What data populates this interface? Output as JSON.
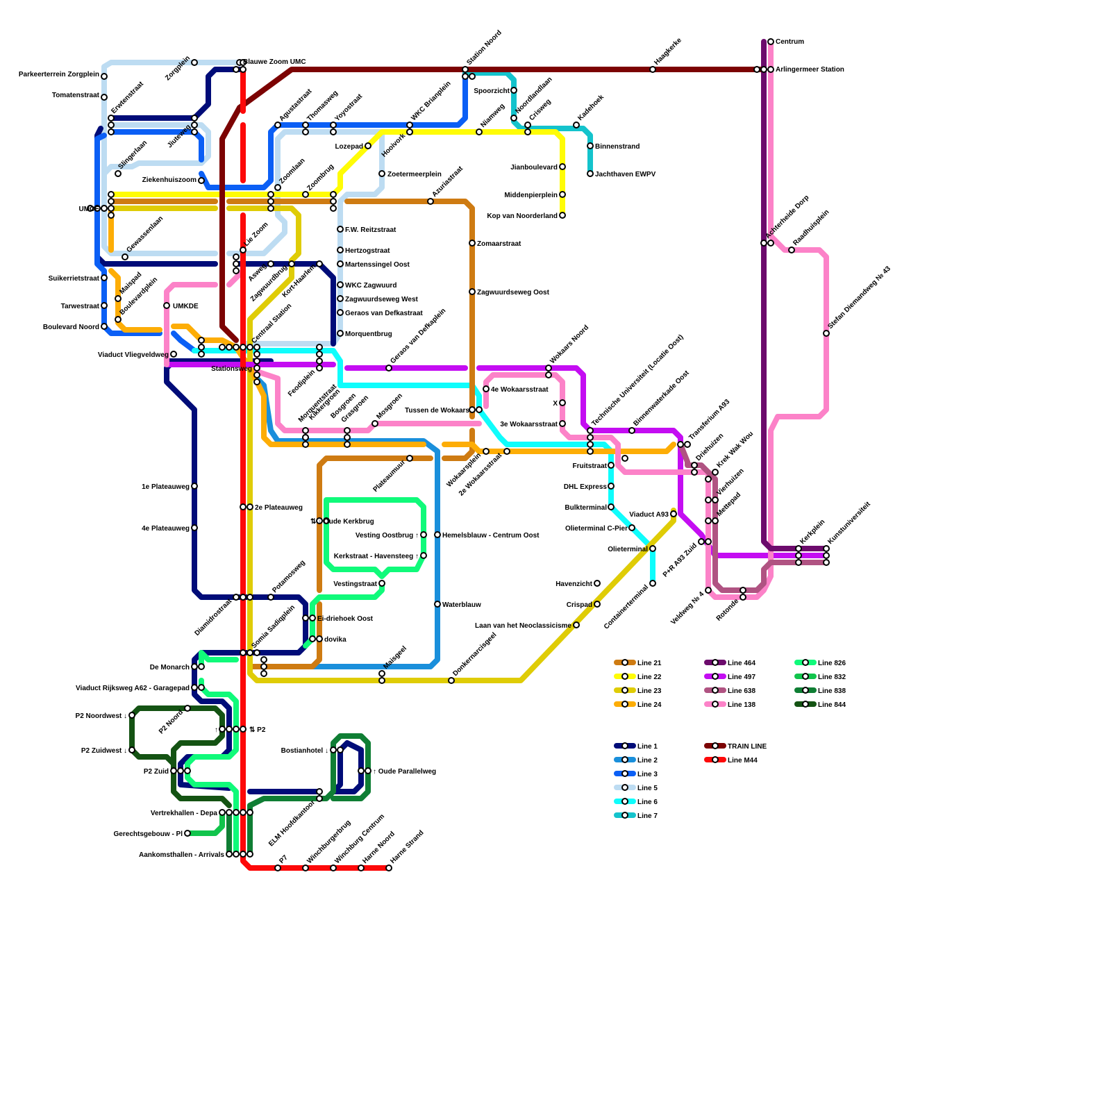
{
  "colors": {
    "line_1": "#000c78",
    "line_2": "#1a8fdb",
    "line_3": "#0b5ff5",
    "line_5": "#bddcf2",
    "line_6": "#0ffdfc",
    "line_7": "#14c3cc",
    "line_21": "#ce7b12",
    "line_22": "#fffc06",
    "line_23": "#dfcc06",
    "line_24": "#fdad06",
    "line_464": "#6c0b6c",
    "line_497": "#c40df2",
    "line_638": "#b05382",
    "line_138": "#fc82c8",
    "line_826": "#10fa7a",
    "line_832": "#11c44c",
    "line_838": "#0f7e34",
    "line_844": "#145313",
    "train_line": "#7c0303",
    "line_m44": "#fd0909"
  },
  "stations": [
    {
      "name": "Parkeerterrein Zorgplein"
    },
    {
      "name": "Tomatenstraat"
    },
    {
      "name": "Erwtenstraat"
    },
    {
      "name": "Zorgplein"
    },
    {
      "name": "Blauwe Zoom UMC"
    },
    {
      "name": "Jiuteweg"
    },
    {
      "name": "Slingerlaan"
    },
    {
      "name": "Ziekenhuiszoom"
    },
    {
      "name": "UMCE"
    },
    {
      "name": "Gewassenlaan"
    },
    {
      "name": "Suikerrietstraat"
    },
    {
      "name": "Maispad"
    },
    {
      "name": "Tarwestraat"
    },
    {
      "name": "Boulevardplein"
    },
    {
      "name": "Boulevard Noord"
    },
    {
      "name": "UMKDE"
    },
    {
      "name": "Viaduct Vliegveldweg"
    },
    {
      "name": "Stationsweg"
    },
    {
      "name": "Centraal Station"
    },
    {
      "name": "Lie Zoom"
    },
    {
      "name": "Asweg"
    },
    {
      "name": "Zagwuurdbrug"
    },
    {
      "name": "Kort-Haarlem"
    },
    {
      "name": "Agustastraat"
    },
    {
      "name": "Thomasweg"
    },
    {
      "name": "Yoyostraat"
    },
    {
      "name": "Zoomlaan"
    },
    {
      "name": "Zoombrug"
    },
    {
      "name": "Lozepad"
    },
    {
      "name": "Zoetermeerplein"
    },
    {
      "name": "Hooivork"
    },
    {
      "name": "WKC Brianplein"
    },
    {
      "name": "Station Noord"
    },
    {
      "name": "Niamweg"
    },
    {
      "name": "Spoorzicht"
    },
    {
      "name": "Noordlandlaan"
    },
    {
      "name": "Crisweg"
    },
    {
      "name": "Kadehoek"
    },
    {
      "name": "Binnenstrand"
    },
    {
      "name": "Jachthaven EWPV"
    },
    {
      "name": "Jianboulevard"
    },
    {
      "name": "Middenpierplein"
    },
    {
      "name": "Kop van Noorderland"
    },
    {
      "name": "Azuriastraat"
    },
    {
      "name": "F.W. Reitzstraat"
    },
    {
      "name": "Hertzogstraat"
    },
    {
      "name": "Martenssingel Oost"
    },
    {
      "name": "WKC Zagwuurd"
    },
    {
      "name": "Zagwuurdseweg West"
    },
    {
      "name": "Geraos van Defkastraat"
    },
    {
      "name": "Morquentbrug"
    },
    {
      "name": "Zomaarstraat"
    },
    {
      "name": "Zagwuurdseweg Oost"
    },
    {
      "name": "Geraos van Defkaplein"
    },
    {
      "name": "Feodiplein"
    },
    {
      "name": "Morquentstraat"
    },
    {
      "name": "Kikkergroen"
    },
    {
      "name": "Bosgroen"
    },
    {
      "name": "Grasgroen"
    },
    {
      "name": "Mosgroen"
    },
    {
      "name": "Wokaars Noord"
    },
    {
      "name": "4e Wokaarsstraat"
    },
    {
      "name": "Tussen de Wokaars"
    },
    {
      "name": "X"
    },
    {
      "name": "3e Wokaarsstraat"
    },
    {
      "name": "Wokaarsplein"
    },
    {
      "name": "2e Wokaarsstraat"
    },
    {
      "name": "Plateaumuur"
    },
    {
      "name": "Technische Universiteit (Locatie Oost)"
    },
    {
      "name": "Binnenwaterkade Oost"
    },
    {
      "name": "Fruitstraat"
    },
    {
      "name": "DHL Express"
    },
    {
      "name": "Bulkterminal"
    },
    {
      "name": "Olieterminal C-Pier"
    },
    {
      "name": "Olieterminal"
    },
    {
      "name": "Havenzicht"
    },
    {
      "name": "Crispad"
    },
    {
      "name": "Laan van het Neoclassicisme"
    },
    {
      "name": "Containerterminal"
    },
    {
      "name": "Viaduct A93"
    },
    {
      "name": "Transferium A93"
    },
    {
      "name": "Driehuizen"
    },
    {
      "name": "Krek Wak Wou"
    },
    {
      "name": "Vierhuizen"
    },
    {
      "name": "Mettepad"
    },
    {
      "name": "P+R A93 Zuid"
    },
    {
      "name": "Veldweg № 4"
    },
    {
      "name": "Rotonde"
    },
    {
      "name": "Kerkplein"
    },
    {
      "name": "Kunstuniversiteit"
    },
    {
      "name": "Haagkerke"
    },
    {
      "name": "Centrum"
    },
    {
      "name": "Arlingermeer Station"
    },
    {
      "name": "Achterheide Dorp"
    },
    {
      "name": "Raadhuisplein"
    },
    {
      "name": "Stefan Diemandweg № 43"
    },
    {
      "name": "1e Plateauweg"
    },
    {
      "name": "4e Plateauweg"
    },
    {
      "name": "2e Plateauweg"
    },
    {
      "name": "⇅ ↓ Oude Kerkbrug"
    },
    {
      "name": "Vesting Oostbrug ↑"
    },
    {
      "name": "Kerkstraat - Havensteeg ↑"
    },
    {
      "name": "Hemelsblauw - Centrum Oost"
    },
    {
      "name": "Vestingstraat"
    },
    {
      "name": "Waterblauw"
    },
    {
      "name": "Diamidrostraat"
    },
    {
      "name": "Potamosweg"
    },
    {
      "name": "Somia Sadiqplein"
    },
    {
      "name": "Ei-driehoek Oost"
    },
    {
      "name": "dovika"
    },
    {
      "name": "Maisgeel"
    },
    {
      "name": "Donkernarcisgeel"
    },
    {
      "name": "De Monarch"
    },
    {
      "name": "Viaduct Rijksweg A62 - Garagepad"
    },
    {
      "name": "P2 Noordwest ↓"
    },
    {
      "name": "P2 Noord"
    },
    {
      "name": "P2 Zuidwest ↓"
    },
    {
      "name": "P2 Zuid"
    },
    {
      "name": "⇅ P2"
    },
    {
      "name": "↑"
    },
    {
      "name": "Bostianhotel ↓"
    },
    {
      "name": "↑ Oude Parallelweg"
    },
    {
      "name": "Vertrekhallen - Depa"
    },
    {
      "name": "Gerechtsgebouw - Pl"
    },
    {
      "name": "Aankomsthallen - Arrivals"
    },
    {
      "name": "ELM Hoofdkantoor"
    },
    {
      "name": "P7"
    },
    {
      "name": "Winchburgerbrug"
    },
    {
      "name": "Winchburg Centrum"
    },
    {
      "name": "Harne Noord"
    },
    {
      "name": "Harne Strand"
    }
  ],
  "legend": [
    {
      "label": "Line 21",
      "color": "#ce7b12"
    },
    {
      "label": "Line 22",
      "color": "#fffc06"
    },
    {
      "label": "Line 23",
      "color": "#dfcc06"
    },
    {
      "label": "Line 24",
      "color": "#fdad06"
    },
    {
      "label": "Line 464",
      "color": "#6c0b6c"
    },
    {
      "label": "Line 497",
      "color": "#c40df2"
    },
    {
      "label": "Line 638",
      "color": "#b05382"
    },
    {
      "label": "Line 138",
      "color": "#fc82c8"
    },
    {
      "label": "Line 826",
      "color": "#10fa7a"
    },
    {
      "label": "Line 832",
      "color": "#11c44c"
    },
    {
      "label": "Line 838",
      "color": "#0f7e34"
    },
    {
      "label": "Line 844",
      "color": "#145313"
    },
    {
      "label": "Line 1",
      "color": "#000c78"
    },
    {
      "label": "Line 2",
      "color": "#1a8fdb"
    },
    {
      "label": "Line 3",
      "color": "#0b5ff5"
    },
    {
      "label": "Line 5",
      "color": "#bddcf2"
    },
    {
      "label": "Line 6",
      "color": "#0ffdfc"
    },
    {
      "label": "Line 7",
      "color": "#14c3cc"
    },
    {
      "label": "TRAIN LINE",
      "color": "#7c0303"
    },
    {
      "label": "Line M44",
      "color": "#fd0909"
    }
  ]
}
